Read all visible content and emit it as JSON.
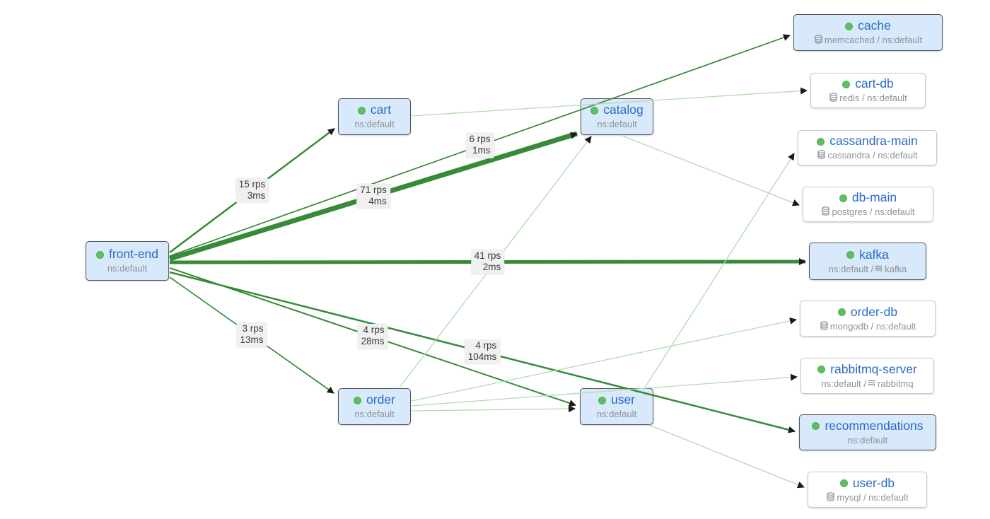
{
  "diagram": {
    "nodes": [
      {
        "id": "front-end",
        "label": "front-end",
        "style": "highlighted",
        "sub_text": "ns:default"
      },
      {
        "id": "cart",
        "label": "cart",
        "style": "highlighted",
        "sub_text": "ns:default"
      },
      {
        "id": "catalog",
        "label": "catalog",
        "style": "highlighted",
        "sub_text": "ns:default"
      },
      {
        "id": "order",
        "label": "order",
        "style": "highlighted",
        "sub_text": "ns:default"
      },
      {
        "id": "user",
        "label": "user",
        "style": "highlighted",
        "sub_text": "ns:default"
      },
      {
        "id": "cache",
        "label": "cache",
        "style": "highlighted",
        "sub_icon": "database-icon",
        "sub_text": "memcached / ns:default"
      },
      {
        "id": "cart-db",
        "label": "cart-db",
        "style": "plain",
        "sub_icon": "database-icon",
        "sub_text": "redis / ns:default"
      },
      {
        "id": "cassandra-main",
        "label": "cassandra-main",
        "style": "plain",
        "sub_icon": "database-icon",
        "sub_text": "cassandra / ns:default"
      },
      {
        "id": "db-main",
        "label": "db-main",
        "style": "plain",
        "sub_icon": "database-icon",
        "sub_text": "postgres / ns:default"
      },
      {
        "id": "kafka",
        "label": "kafka",
        "style": "highlighted",
        "sub_pre": "ns:default / ",
        "sub_icon": "broker-icon",
        "sub_text": "kafka"
      },
      {
        "id": "order-db",
        "label": "order-db",
        "style": "plain",
        "sub_icon": "database-icon",
        "sub_text": "mongodb / ns:default"
      },
      {
        "id": "rabbitmq-server",
        "label": "rabbitmq-server",
        "style": "plain",
        "sub_pre": "ns:default / ",
        "sub_icon": "broker-icon",
        "sub_text": "rabbitmq"
      },
      {
        "id": "recommendations",
        "label": "recommendations",
        "style": "highlighted",
        "sub_text": "ns:default"
      },
      {
        "id": "user-db",
        "label": "user-db",
        "style": "plain",
        "sub_icon": "database-icon",
        "sub_text": "mysql / ns:default"
      }
    ],
    "edges": [
      {
        "from": "front-end",
        "to": "cart",
        "rps": "15 rps",
        "latency": "3ms",
        "weight": "medium"
      },
      {
        "from": "front-end",
        "to": "catalog",
        "rps": "71 rps",
        "latency": "4ms",
        "weight": "heavy"
      },
      {
        "from": "front-end",
        "to": "cache",
        "rps": "6 rps",
        "latency": "1ms",
        "weight": "thin"
      },
      {
        "from": "front-end",
        "to": "kafka",
        "rps": "41 rps",
        "latency": "2ms",
        "weight": "thick"
      },
      {
        "from": "front-end",
        "to": "order",
        "rps": "3 rps",
        "latency": "13ms",
        "weight": "thin"
      },
      {
        "from": "front-end",
        "to": "user",
        "rps": "4 rps",
        "latency": "28ms",
        "weight": "light"
      },
      {
        "from": "front-end",
        "to": "recommendations",
        "rps": "4 rps",
        "latency": "104ms",
        "weight": "medium"
      },
      {
        "from": "cart",
        "to": "cart-db",
        "weight": "faint"
      },
      {
        "from": "order",
        "to": "catalog",
        "weight": "faint"
      },
      {
        "from": "catalog",
        "to": "db-main",
        "weight": "faint"
      },
      {
        "from": "user",
        "to": "cassandra-main",
        "weight": "faint"
      },
      {
        "from": "order",
        "to": "order-db",
        "weight": "faint"
      },
      {
        "from": "order",
        "to": "rabbitmq-server",
        "weight": "faint"
      },
      {
        "from": "order",
        "to": "user",
        "weight": "faint"
      },
      {
        "from": "user",
        "to": "user-db",
        "weight": "faint"
      }
    ],
    "health_icon": "healthy-status-icon"
  },
  "colors": {
    "edge_dark": "#378a37",
    "edge_faint": "#b2dcae",
    "node_fill": "#d7e9fa",
    "node_border": "#4f565c",
    "plain_border": "#c9c9c9",
    "label_blue": "#2a6bc8",
    "sub_gray": "#8d9196",
    "dot_green": "#5dbf60",
    "edge_label_bg": "#f0f0f0",
    "arrow": "#1b1b1b"
  }
}
